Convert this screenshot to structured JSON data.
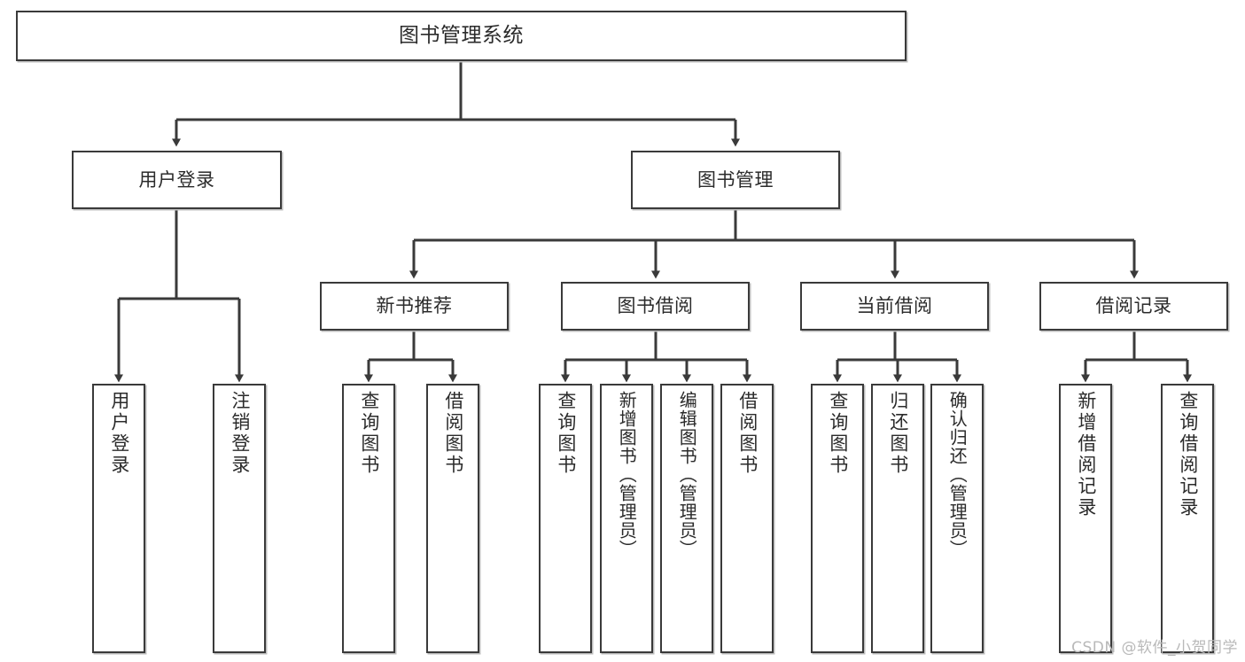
{
  "diagram": {
    "title": "图书管理系统",
    "type": "tree-hierarchy",
    "root": {
      "label": "图书管理系统"
    },
    "level2": [
      {
        "label": "用户登录"
      },
      {
        "label": "图书管理"
      }
    ],
    "level3": [
      {
        "label": "新书推荐"
      },
      {
        "label": "图书借阅"
      },
      {
        "label": "当前借阅"
      },
      {
        "label": "借阅记录"
      }
    ],
    "leaves": {
      "user_login": [
        {
          "label": "用户登录"
        },
        {
          "label": "注销登录"
        }
      ],
      "new_book_recommend": [
        {
          "label": "查询图书"
        },
        {
          "label": "借阅图书"
        }
      ],
      "book_borrow": [
        {
          "label": "查询图书"
        },
        {
          "label": "新增图书（管理员）"
        },
        {
          "label": "编辑图书（管理员）"
        },
        {
          "label": "借阅图书"
        }
      ],
      "current_borrow": [
        {
          "label": "查询图书"
        },
        {
          "label": "归还图书"
        },
        {
          "label": "确认归还（管理员）"
        }
      ],
      "borrow_record": [
        {
          "label": "新增借阅记录"
        },
        {
          "label": "查询借阅记录"
        }
      ]
    }
  },
  "watermark": {
    "text": "CSDN @软件_小贺同学"
  },
  "colors": {
    "stroke": "#3a3a3a",
    "box_fill": "#ffffff",
    "text": "#2b2b2b",
    "shadow": "#bdbdbd",
    "watermark": "#b9b9b9"
  }
}
